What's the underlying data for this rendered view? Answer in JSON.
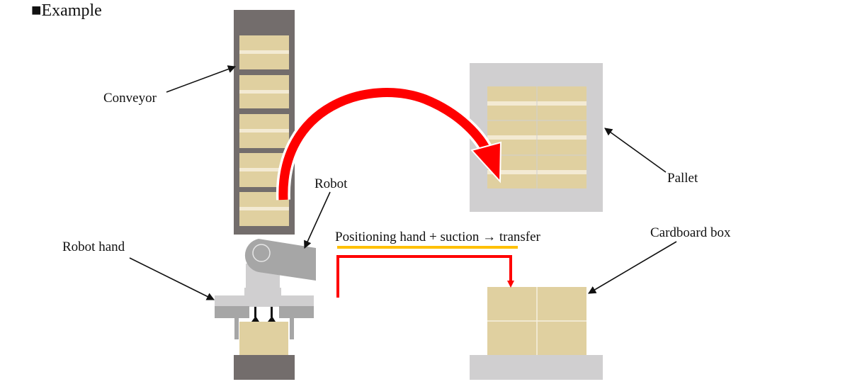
{
  "title": "■Example",
  "labels": {
    "conveyor": "Conveyor",
    "pallet": "Pallet",
    "robot": "Robot",
    "robot_hand": "Robot hand",
    "cardboard_box": "Cardboard box",
    "process": "Positioning hand + suction → transfer"
  },
  "colors": {
    "conveyor": "#736d6c",
    "box": "#e0d0a0",
    "stripe": "#f3ead3",
    "pallet": "#d0cfd0",
    "arrow": "#ff0000",
    "underline": "#ffc000"
  }
}
